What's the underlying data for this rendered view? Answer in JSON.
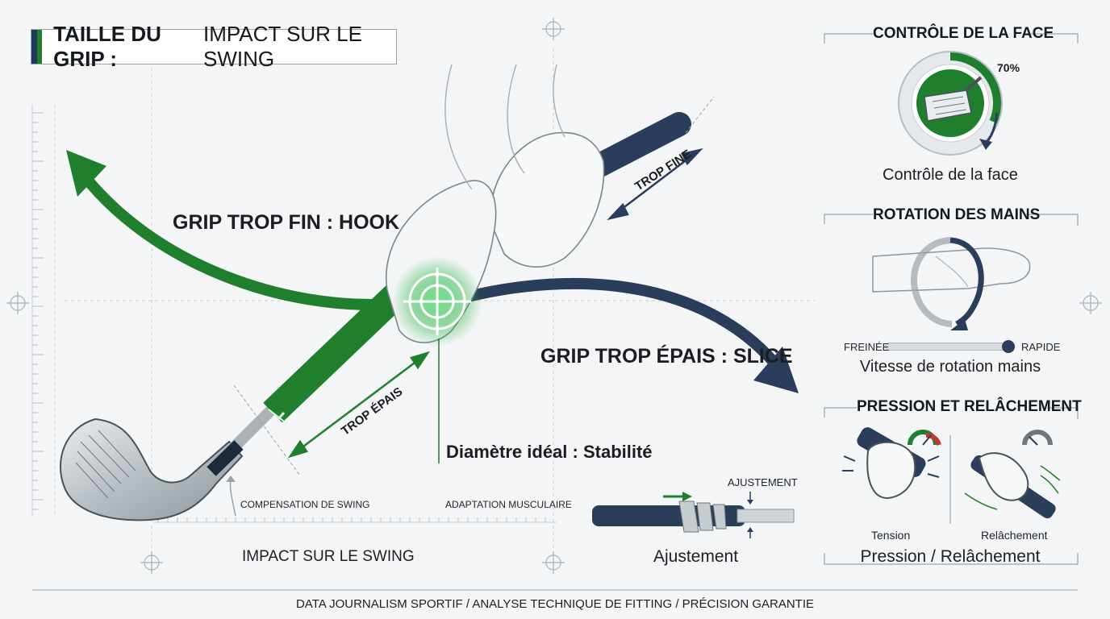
{
  "title": {
    "bold": "TAILLE DU GRIP :",
    "regular": "IMPACT SUR LE SWING"
  },
  "main": {
    "hook_label": "GRIP TROP FIN : HOOK",
    "slice_label": "GRIP TROP ÉPAIS : SLICE",
    "trop_fine": "TROP FINE",
    "trop_epais": "TROP ÉPAIS",
    "ideal": "Diamètre idéal : Stabilité",
    "compensation": "COMPENSATION DE SWING",
    "adaptation": "ADAPTATION MUSCULAIRE",
    "impact": "IMPACT SUR LE SWING",
    "ajustement_top": "AJUSTEMENT",
    "ajustement": "Ajustement"
  },
  "face_panel": {
    "heading": "CONTRÔLE DE LA FACE",
    "percent": "70%",
    "value": 0.7,
    "caption": "Contrôle de la face"
  },
  "rotation_panel": {
    "heading": "ROTATION DES MAINS",
    "left": "FREINÉE",
    "right": "RAPIDE",
    "slider_value": 1.0,
    "caption": "Vitesse de rotation mains"
  },
  "pressure_panel": {
    "heading": "PRESSION ET RELÂCHEMENT",
    "tension": "Tension",
    "release": "Relâchement",
    "caption": "Pression / Relâchement"
  },
  "footer": "DATA JOURNALISM SPORTIF / ANALYSE TECHNIQUE DE FITTING / PRÉCISION GARANTIE",
  "colors": {
    "green": "#1f7f2d",
    "navy": "#2a3d5a",
    "grey": "#9aa3a8"
  }
}
